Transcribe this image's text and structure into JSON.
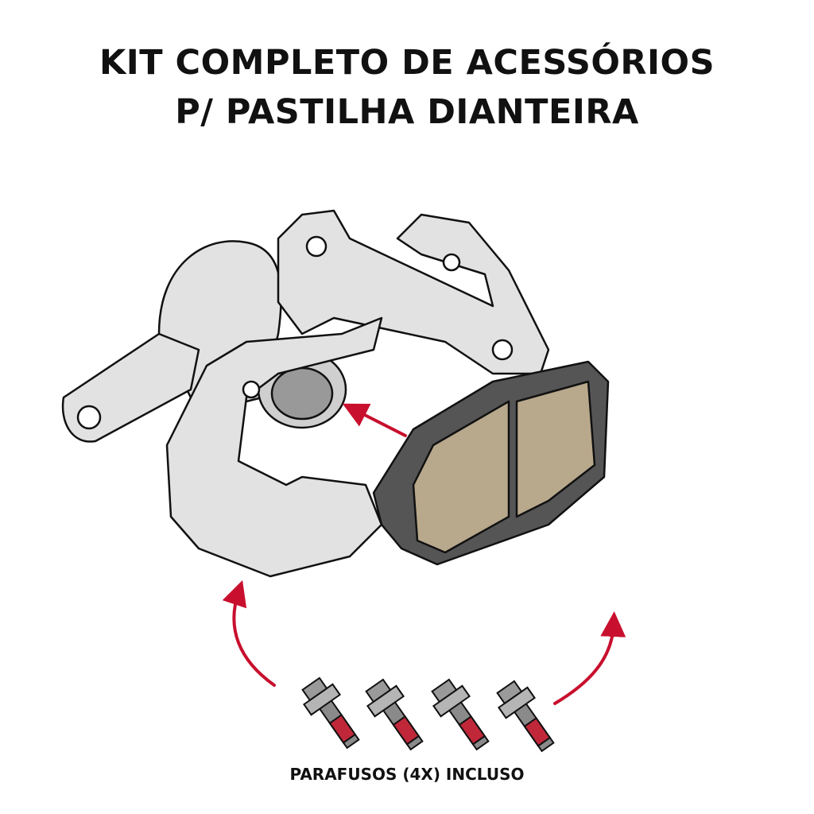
{
  "title": {
    "line1": "KIT COMPLETO DE ACESSÓRIOS",
    "line2": "P/ PASTILHA DIANTEIRA"
  },
  "caption": "PARAFUSOS (4X) INCLUSO",
  "colors": {
    "arrow": "#c8102e",
    "caliper": "#e2e2e2",
    "pad_backing": "#555555",
    "pad_friction": "#b8a88c",
    "bolt": "#8a8a8a",
    "threadlock": "#c0283a"
  },
  "bolt_count": 4
}
